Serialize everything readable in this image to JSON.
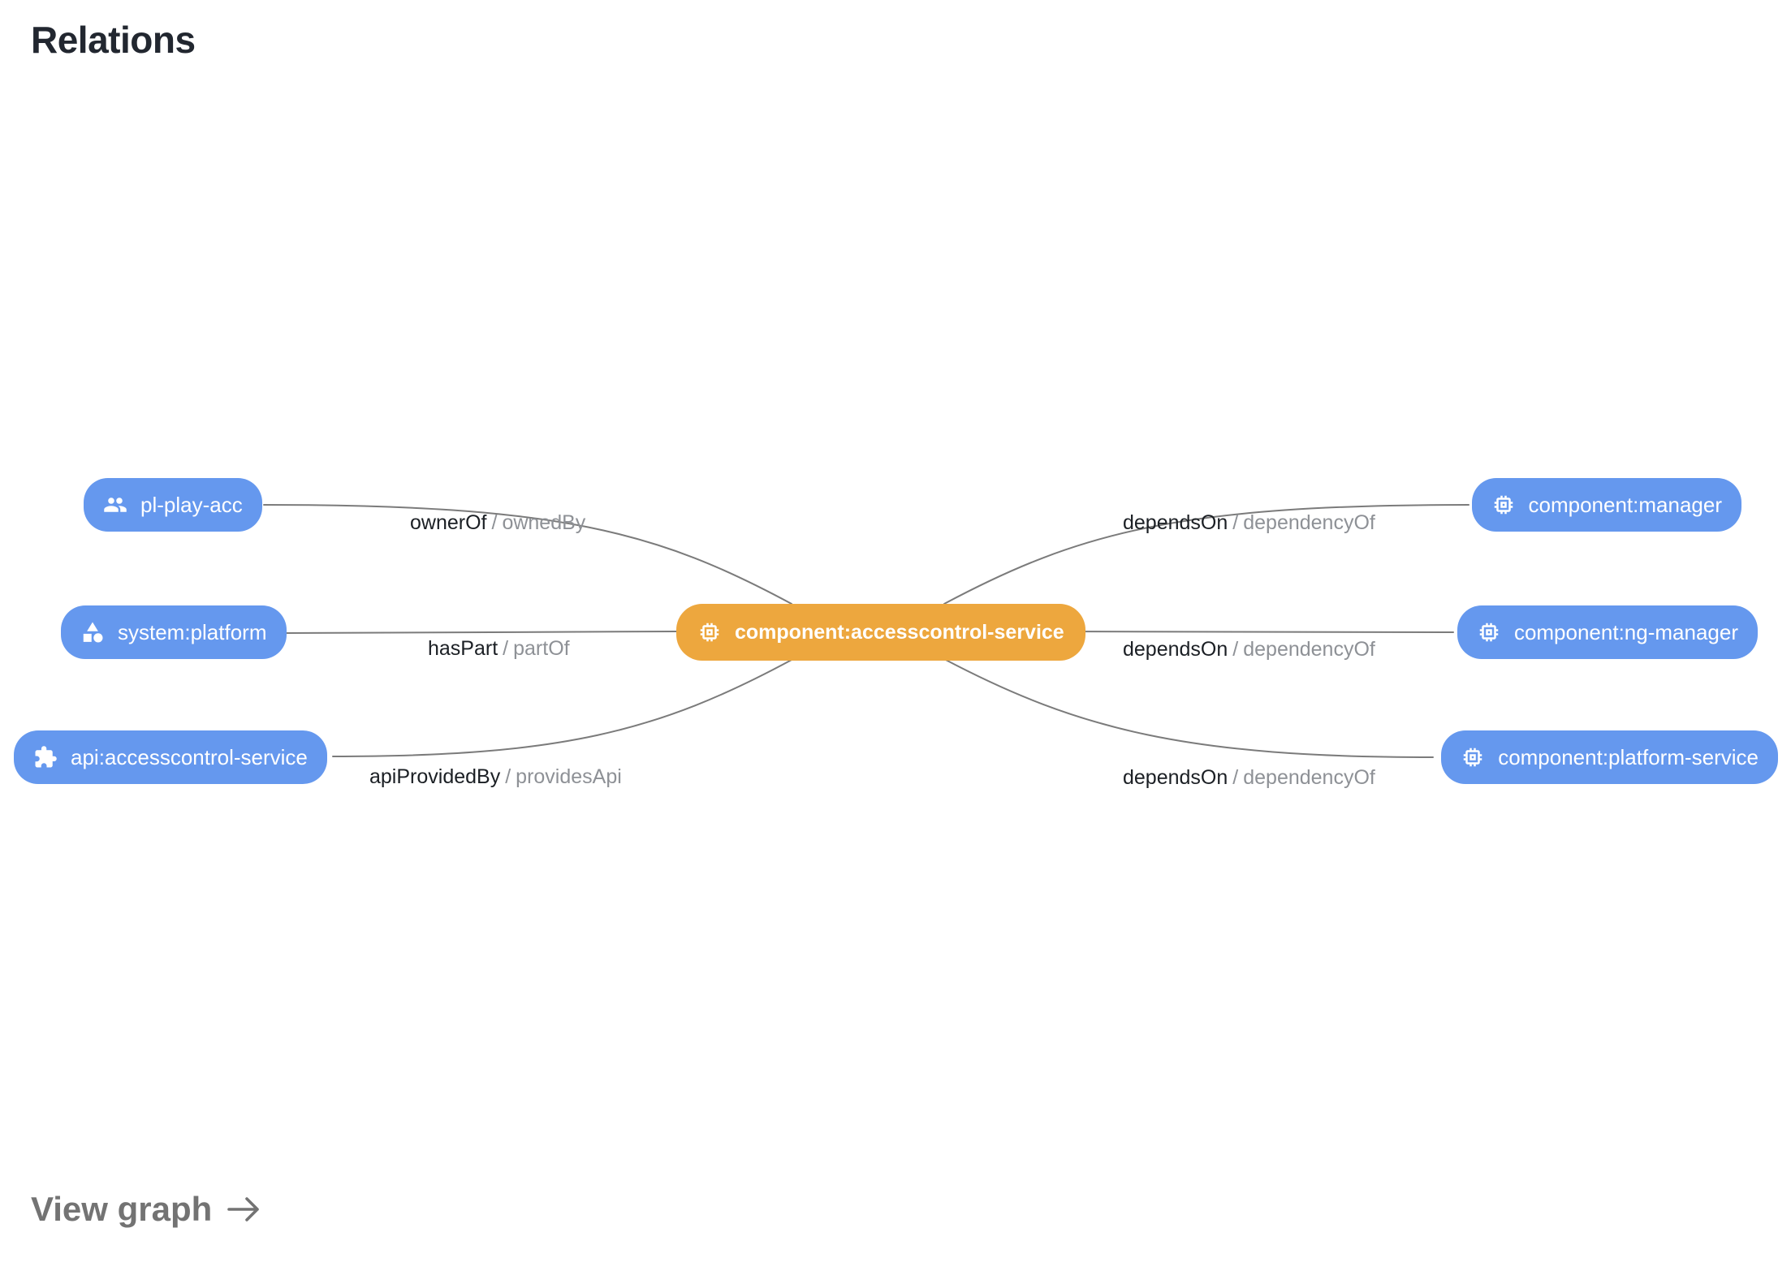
{
  "title": "Relations",
  "view_graph": {
    "label": "View graph",
    "icon": "arrow-right-icon"
  },
  "colors": {
    "node_blue": "#6598EE",
    "node_orange": "#EDA73E",
    "edge_line": "#7b7b7b",
    "relation_text": "#1b1f24",
    "inverse_text": "#8e9196",
    "title_text": "#222730",
    "view_graph_text": "#737373",
    "node_text": "#ffffff",
    "background": "#ffffff"
  },
  "center_node": {
    "label": "component:accesscontrol-service",
    "icon": "chip-icon"
  },
  "left_relations": [
    {
      "node": "pl-play-acc",
      "icon": "group-icon",
      "relation": "ownerOf",
      "separator": "/",
      "inverse": "ownedBy"
    },
    {
      "node": "system:platform",
      "icon": "category-icon",
      "relation": "hasPart",
      "separator": "/",
      "inverse": "partOf"
    },
    {
      "node": "api:accesscontrol-service",
      "icon": "puzzle-icon",
      "relation": "apiProvidedBy",
      "separator": "/",
      "inverse": "providesApi"
    }
  ],
  "right_relations": [
    {
      "node": "component:manager",
      "icon": "chip-icon",
      "relation": "dependsOn",
      "separator": "/",
      "inverse": "dependencyOf"
    },
    {
      "node": "component:ng-manager",
      "icon": "chip-icon",
      "relation": "dependsOn",
      "separator": "/",
      "inverse": "dependencyOf"
    },
    {
      "node": "component:platform-service",
      "icon": "chip-icon",
      "relation": "dependsOn",
      "separator": "/",
      "inverse": "dependencyOf"
    }
  ]
}
